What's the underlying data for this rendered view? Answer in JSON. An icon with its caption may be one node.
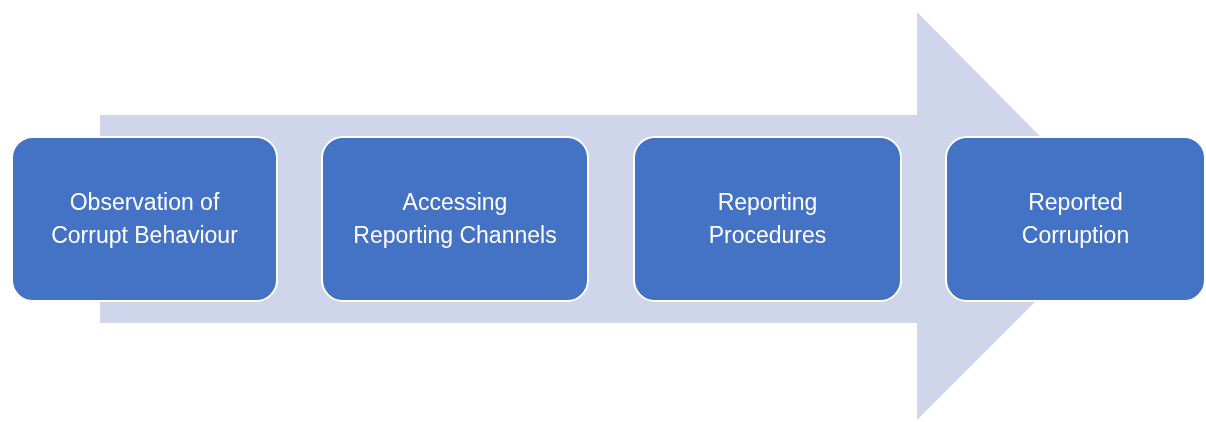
{
  "diagram": {
    "nodes": [
      {
        "text": [
          "Observation of Corrupt Behaviour"
        ]
      },
      {
        "text": [
          "Accessing Reporting Channels"
        ]
      },
      {
        "text": [
          "Reporting Procedures"
        ]
      },
      {
        "text": [
          "Reported Corruption"
        ]
      }
    ],
    "edges": [
      {
        "from": 0,
        "to": 3,
        "arrow": "to"
      }
    ]
  }
}
